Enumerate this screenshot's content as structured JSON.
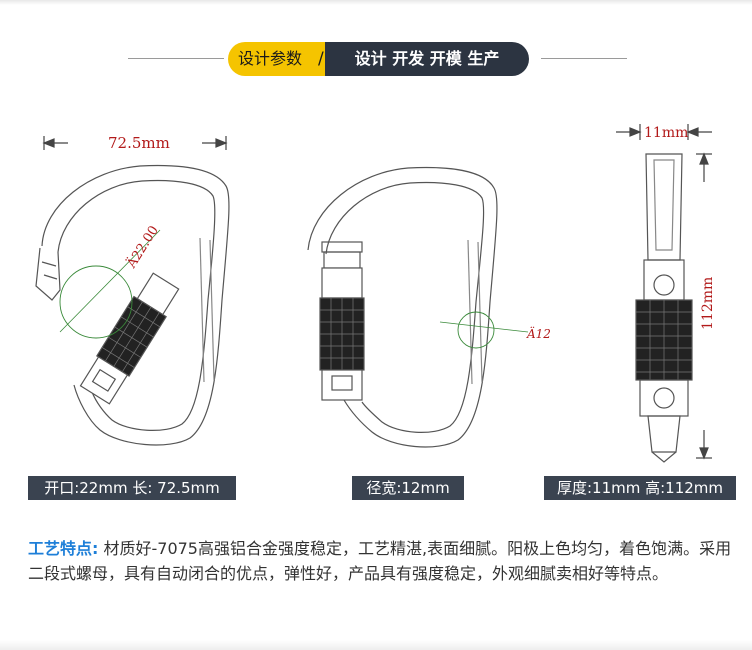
{
  "header": {
    "left_label": "设计参数",
    "separator": "/",
    "right_label": "设计 开发 开模 生产"
  },
  "drawing": {
    "width_dim": "72.5mm",
    "opening_dim": "Ä22.00",
    "diameter_dim": "Ä12",
    "thickness_dim": "11mm",
    "height_dim": "112mm"
  },
  "captions": {
    "left": "开口:22mm 长: 72.5mm",
    "middle": "径宽:12mm",
    "right": "厚度:11mm 高:112mm"
  },
  "description": {
    "label": "工艺特点:",
    "text": " 材质好-7075高强铝合金强度稳定，工艺精湛,表面细腻。阳极上色均匀，着色饱满。采用二段式螺母，具有自动闭合的优点，弹性好，产品具有强度稳定，外观细腻卖相好等特点。"
  },
  "colors": {
    "accent_yellow": "#f5c400",
    "header_dark": "#2c3441",
    "caption_bg": "#3a4350",
    "dim_red": "#b21a1a",
    "label_blue": "#1e7fd8"
  }
}
